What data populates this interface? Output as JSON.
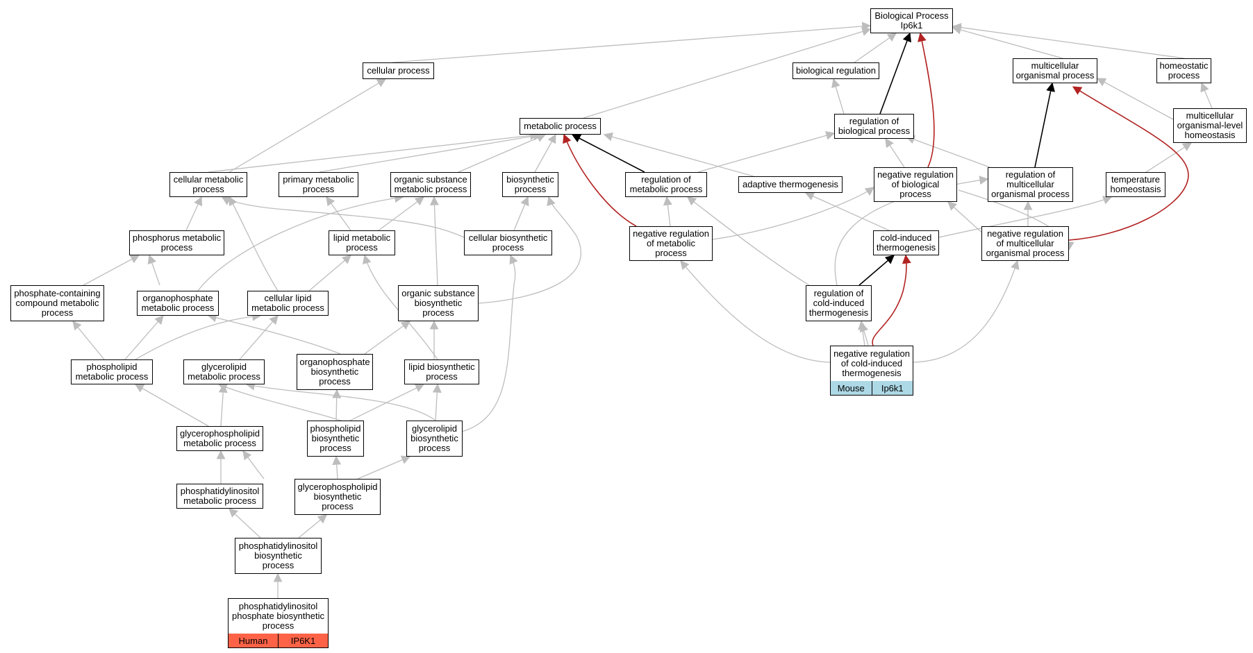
{
  "colors": {
    "grey_edge": "#bdbdbd",
    "black_edge": "#000000",
    "red_edge": "#b22222",
    "human_tag": "#ff6347",
    "mouse_tag": "#add8e6"
  },
  "nodes": {
    "bp": "Biological Process\nIp6k1",
    "cellular_process": "cellular process",
    "biological_regulation": "biological regulation",
    "multicellular_organismal_process": "multicellular\norganismal process",
    "homeostatic_process": "homeostatic\nprocess",
    "metabolic_process": "metabolic process",
    "regulation_of_biological_process": "regulation of\nbiological process",
    "multicellular_homeostasis": "multicellular\norganismal-level\nhomeostasis",
    "cellular_metabolic_process": "cellular metabolic\nprocess",
    "primary_metabolic_process": "primary metabolic\nprocess",
    "organic_substance_metabolic_process": "organic substance\nmetabolic process",
    "biosynthetic_process": "biosynthetic\nprocess",
    "regulation_of_metabolic_process": "regulation of\nmetabolic process",
    "adaptive_thermogenesis": "adaptive thermogenesis",
    "negative_regulation_of_biological_process": "negative regulation\nof biological\nprocess",
    "regulation_of_multicellular_organismal_process": "regulation of\nmulticellular\norganismal process",
    "temperature_homeostasis": "temperature\nhomeostasis",
    "phosphorus_metabolic_process": "phosphorus metabolic\nprocess",
    "lipid_metabolic_process": "lipid metabolic\nprocess",
    "cellular_biosynthetic_process": "cellular biosynthetic\nprocess",
    "negative_regulation_of_metabolic_process": "negative regulation\nof metabolic\nprocess",
    "cold_induced_thermogenesis": "cold-induced\nthermogenesis",
    "negative_regulation_of_multicellular_organismal_process": "negative regulation\nof multicellular\norganismal process",
    "phosphate_containing_compound_metabolic_process": "phosphate-containing\ncompound metabolic\nprocess",
    "organophosphate_metabolic_process": "organophosphate\nmetabolic process",
    "cellular_lipid_metabolic_process": "cellular lipid\nmetabolic process",
    "organic_substance_biosynthetic_process": "organic substance\nbiosynthetic\nprocess",
    "regulation_of_cold_induced_thermogenesis": "regulation of\ncold-induced\nthermogenesis",
    "phospholipid_metabolic_process": "phospholipid\nmetabolic process",
    "glycerolipid_metabolic_process": "glycerolipid\nmetabolic process",
    "organophosphate_biosynthetic_process": "organophosphate\nbiosynthetic\nprocess",
    "lipid_biosynthetic_process": "lipid biosynthetic\nprocess",
    "negative_regulation_of_cold_induced_thermogenesis": "negative regulation\nof cold-induced\nthermogenesis",
    "glycerophospholipid_metabolic_process": "glycerophospholipid\nmetabolic process",
    "phospholipid_biosynthetic_process": "phospholipid\nbiosynthetic\nprocess",
    "glycerolipid_biosynthetic_process": "glycerolipid\nbiosynthetic\nprocess",
    "phosphatidylinositol_metabolic_process": "phosphatidylinositol\nmetabolic process",
    "glycerophospholipid_biosynthetic_process": "glycerophospholipid\nbiosynthetic\nprocess",
    "phosphatidylinositol_biosynthetic_process": "phosphatidylinositol\nbiosynthetic\nprocess",
    "phosphatidylinositol_phosphate_biosynthetic_process": "phosphatidylinositol\nphosphate biosynthetic\nprocess"
  },
  "annotations": {
    "human": {
      "species": "Human",
      "gene": "IP6K1"
    },
    "mouse": {
      "species": "Mouse",
      "gene": "Ip6k1"
    }
  }
}
